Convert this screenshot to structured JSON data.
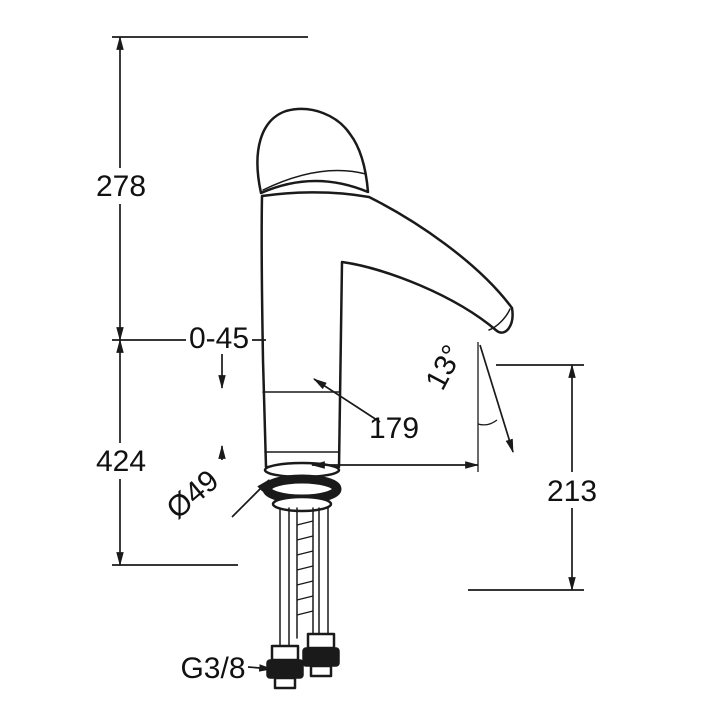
{
  "title": "faucet-dimension-drawing",
  "colors": {
    "ink": "#1a1a1a",
    "background": "#ffffff"
  },
  "labels": {
    "upper_height": "278",
    "deck_thickness": "0-45",
    "lower_height": "424",
    "spout_reach": "179",
    "spray_angle": "13°",
    "base_diameter": "Ø49",
    "spout_height": "213",
    "thread_size": "G3/8"
  }
}
